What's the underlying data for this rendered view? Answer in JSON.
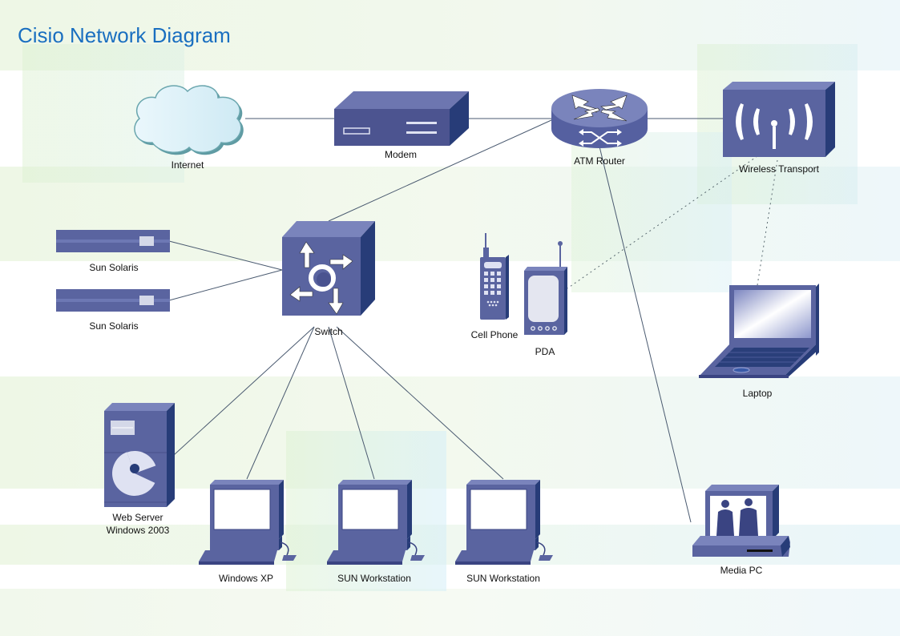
{
  "title": "Cisio Network Diagram",
  "colors": {
    "title": "#1a6fc0",
    "device_front": "#5a64a0",
    "device_side": "#273c78",
    "device_top": "#7a84bc",
    "link": "#4a5a70",
    "cloud_fill": "#dff2fb",
    "cloud_edge": "#5f9ba3"
  },
  "nodes": {
    "internet": {
      "label": "Internet",
      "icon": "cloud-icon"
    },
    "modem": {
      "label": "Modem",
      "icon": "modem-icon"
    },
    "atm_router": {
      "label": "ATM Router",
      "icon": "router-icon"
    },
    "wireless": {
      "label": "Wireless Transport",
      "icon": "wireless-icon"
    },
    "switch": {
      "label": "Switch",
      "icon": "switch-icon"
    },
    "sun_solaris_1": {
      "label": "Sun Solaris",
      "icon": "server-rack-icon"
    },
    "sun_solaris_2": {
      "label": "Sun Solaris",
      "icon": "server-rack-icon"
    },
    "cell_phone": {
      "label": "Cell Phone",
      "icon": "cell-phone-icon"
    },
    "pda": {
      "label": "PDA",
      "icon": "pda-icon"
    },
    "laptop": {
      "label": "Laptop",
      "icon": "laptop-icon"
    },
    "web_server": {
      "label_line1": "Web Server",
      "label_line2": "Windows 2003",
      "icon": "tower-server-icon"
    },
    "windows_xp": {
      "label": "Windows XP",
      "icon": "workstation-icon"
    },
    "sun_ws_1": {
      "label": "SUN Workstation",
      "icon": "workstation-icon"
    },
    "sun_ws_2": {
      "label": "SUN Workstation",
      "icon": "workstation-icon"
    },
    "media_pc": {
      "label": "Media PC",
      "icon": "media-pc-icon"
    }
  },
  "links": [
    {
      "from": "internet",
      "to": "modem",
      "style": "solid"
    },
    {
      "from": "modem",
      "to": "atm_router",
      "style": "solid"
    },
    {
      "from": "atm_router",
      "to": "wireless",
      "style": "solid"
    },
    {
      "from": "atm_router",
      "to": "switch",
      "style": "solid"
    },
    {
      "from": "atm_router",
      "to": "media_pc",
      "style": "solid"
    },
    {
      "from": "sun_solaris_1",
      "to": "switch",
      "style": "solid"
    },
    {
      "from": "sun_solaris_2",
      "to": "switch",
      "style": "solid"
    },
    {
      "from": "switch",
      "to": "web_server",
      "style": "solid"
    },
    {
      "from": "switch",
      "to": "windows_xp",
      "style": "solid"
    },
    {
      "from": "switch",
      "to": "sun_ws_1",
      "style": "solid"
    },
    {
      "from": "switch",
      "to": "sun_ws_2",
      "style": "solid"
    },
    {
      "from": "wireless",
      "to": "pda",
      "style": "dotted"
    },
    {
      "from": "wireless",
      "to": "laptop",
      "style": "dotted"
    }
  ]
}
